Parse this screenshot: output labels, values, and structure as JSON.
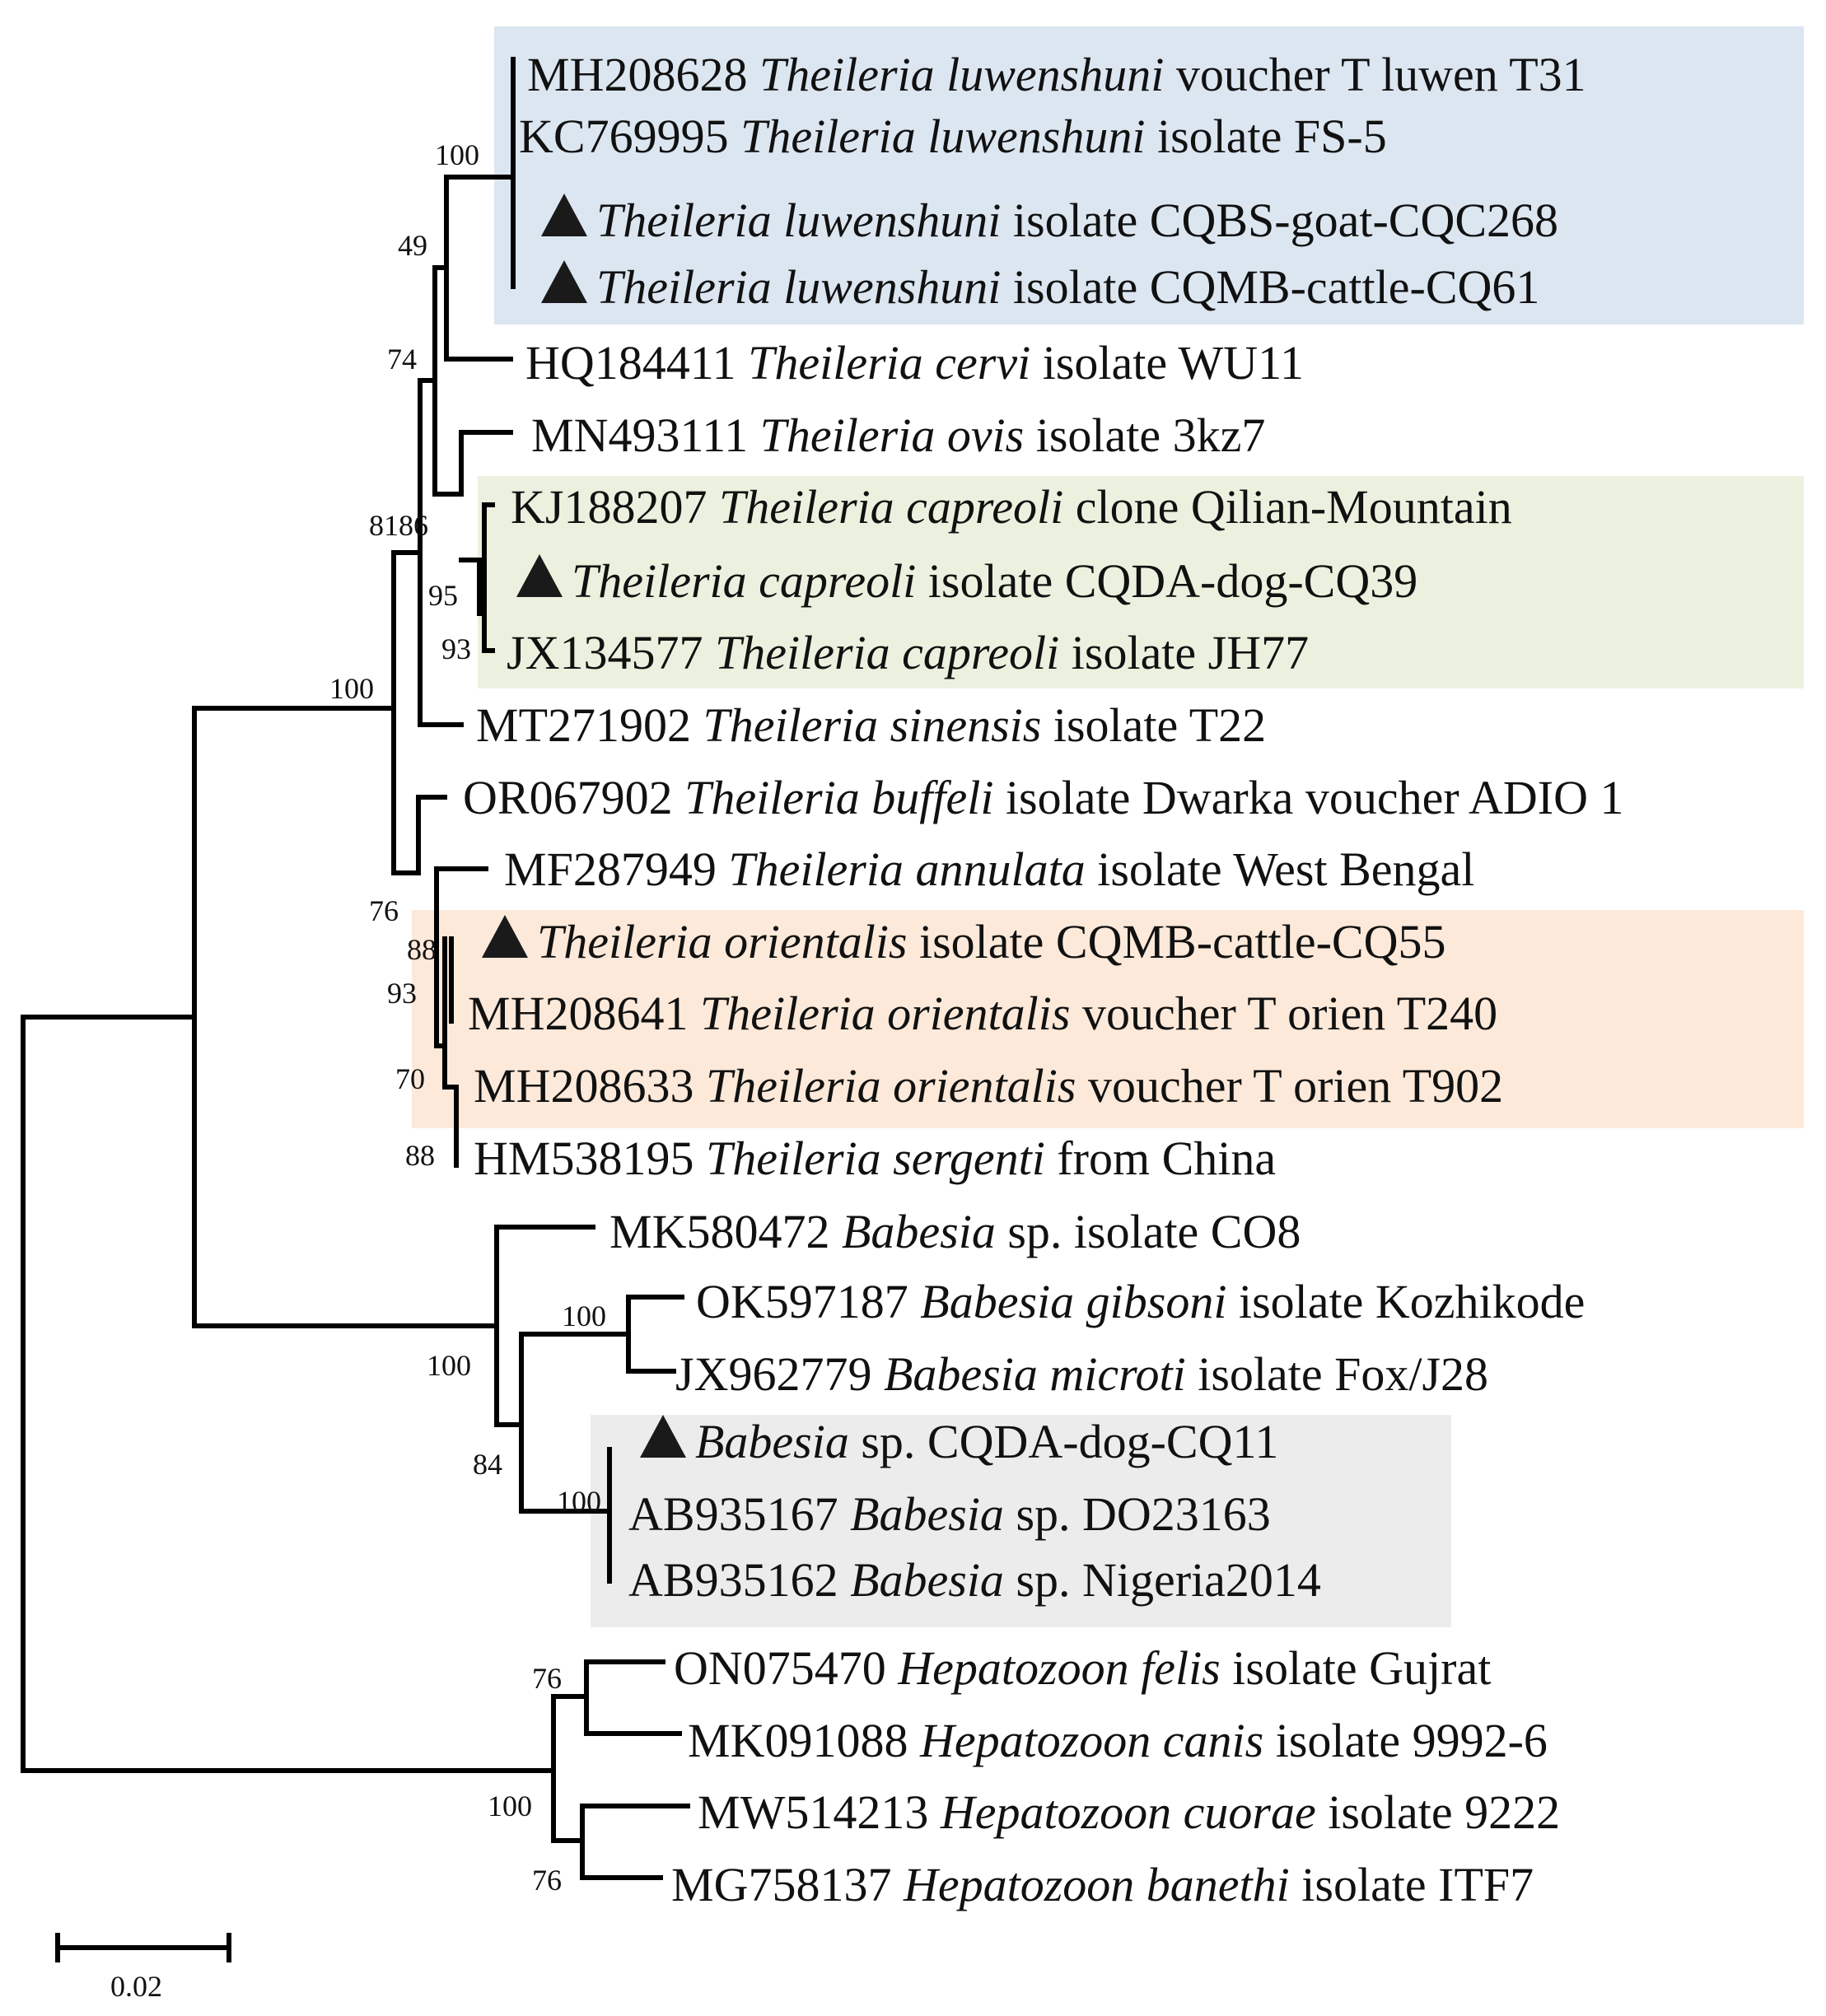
{
  "colors": {
    "clade_luwenshuni": "#dce6f1",
    "clade_capreoli": "#ebf1de",
    "clade_orientalis": "#fde9d9",
    "clade_babesia": "#ececec",
    "branch": "#000000",
    "marker": "#1a1a1a"
  },
  "marker_icon": "triangle-marker-icon",
  "leaves": [
    {
      "acc": "MH208628",
      "sp": "Theileria luwenshuni",
      "rest": "voucher T luwen T31",
      "marker": false
    },
    {
      "acc": "KC769995",
      "sp": "Theileria luwenshuni",
      "rest": "isolate FS-5",
      "marker": false
    },
    {
      "acc": "",
      "sp": "Theileria luwenshuni",
      "rest": "isolate CQBS-goat-CQC268",
      "marker": true
    },
    {
      "acc": "",
      "sp": "Theileria luwenshuni",
      "rest": "isolate CQMB-cattle-CQ61",
      "marker": true
    },
    {
      "acc": "HQ184411",
      "sp": "Theileria cervi",
      "rest": "isolate WU11",
      "marker": false
    },
    {
      "acc": "MN493111",
      "sp": "Theileria ovis",
      "rest": "isolate 3kz7",
      "marker": false
    },
    {
      "acc": "KJ188207",
      "sp": "Theileria capreoli",
      "rest": "clone Qilian-Mountain",
      "marker": false
    },
    {
      "acc": "",
      "sp": "Theileria capreoli",
      "rest": "isolate CQDA-dog-CQ39",
      "marker": true
    },
    {
      "acc": "JX134577",
      "sp": "Theileria capreoli",
      "rest": "isolate JH77",
      "marker": false
    },
    {
      "acc": "MT271902",
      "sp": "Theileria sinensis",
      "rest": "isolate T22",
      "marker": false
    },
    {
      "acc": "OR067902",
      "sp": "Theileria buffeli",
      "rest": "isolate Dwarka voucher ADIO 1",
      "marker": false
    },
    {
      "acc": "MF287949",
      "sp": "Theileria annulata",
      "rest": "isolate West Bengal",
      "marker": false
    },
    {
      "acc": "",
      "sp": "Theileria orientalis",
      "rest": "isolate CQMB-cattle-CQ55",
      "marker": true
    },
    {
      "acc": "MH208641",
      "sp": "Theileria orientalis",
      "rest": "voucher T orien T240",
      "marker": false
    },
    {
      "acc": "MH208633",
      "sp": "Theileria orientalis",
      "rest": "voucher T orien T902",
      "marker": false
    },
    {
      "acc": "HM538195",
      "sp": "Theileria sergenti",
      "rest": "from China",
      "marker": false
    },
    {
      "acc": "MK580472",
      "sp": "Babesia",
      "rest": "sp. isolate CO8",
      "marker": false
    },
    {
      "acc": "OK597187",
      "sp": "Babesia gibsoni",
      "rest": "isolate Kozhikode",
      "marker": false
    },
    {
      "acc": "JX962779",
      "sp": "Babesia microti",
      "rest": "isolate Fox/J28",
      "marker": false
    },
    {
      "acc": "",
      "sp": "Babesia",
      "rest": "sp. CQDA-dog-CQ11",
      "marker": true
    },
    {
      "acc": "AB935167",
      "sp": "Babesia",
      "rest": "sp. DO23163",
      "marker": false
    },
    {
      "acc": "AB935162",
      "sp": "Babesia",
      "rest": "sp. Nigeria2014",
      "marker": false
    },
    {
      "acc": "ON075470",
      "sp": "Hepatozoon felis",
      "rest": "isolate Gujrat",
      "marker": false
    },
    {
      "acc": "MK091088",
      "sp": "Hepatozoon canis",
      "rest": "isolate 9992-6",
      "marker": false
    },
    {
      "acc": "MW514213",
      "sp": "Hepatozoon cuorae",
      "rest": "isolate 9222",
      "marker": false
    },
    {
      "acc": "MG758137",
      "sp": "Hepatozoon banethi",
      "rest": "isolate ITF7",
      "marker": false
    }
  ],
  "bootstrap": [
    "100",
    "49",
    "74",
    "8186",
    "95",
    "93",
    "100",
    "76",
    "88",
    "93",
    "70",
    "88",
    "100",
    "100",
    "84",
    "100",
    "76",
    "100",
    "76"
  ],
  "scale_bar": {
    "label": "0.02"
  }
}
